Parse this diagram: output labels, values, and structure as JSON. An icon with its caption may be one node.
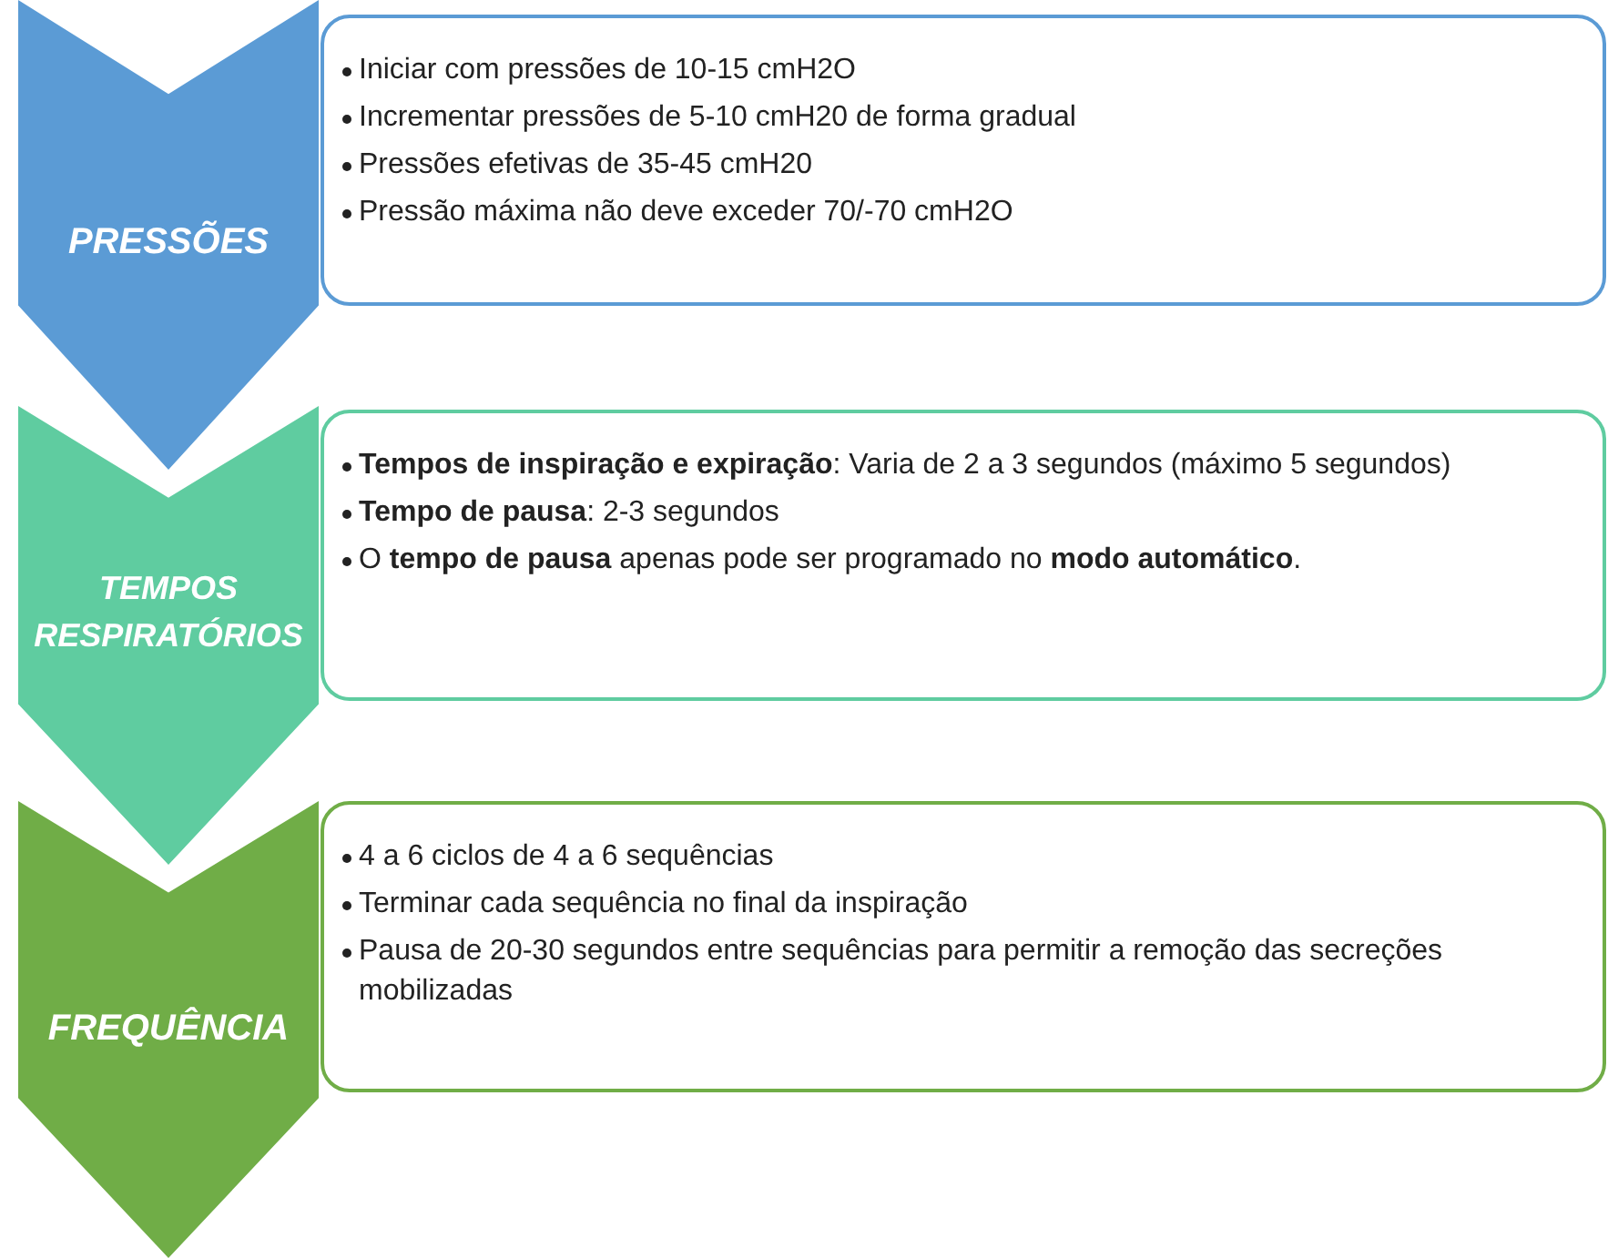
{
  "diagram": {
    "nodes": [
      {
        "text": [
          "PRESSÕES"
        ]
      },
      {
        "text": [
          "Iniciar com pressões de 10-15 cmH2O",
          "Incrementar pressões de 5-10 cmH20 de forma gradual",
          "Pressões efetivas de 35-45 cmH20",
          "Pressão máxima não deve exceder 70/-70 cmH2O"
        ]
      },
      {
        "text": [
          "TEMPOS RESPIRATÓRIOS"
        ]
      },
      {
        "text": [
          "**Tempos de inspiração e expiração**: Varia de 2 a 3 segundos (máximo 5 segundos)",
          "**Tempo de pausa**: 2-3 segundos",
          "O **tempo de pausa** apenas pode ser programado no **modo automático**."
        ]
      },
      {
        "text": [
          "FREQUÊNCIA"
        ]
      },
      {
        "text": [
          "4 a 6 ciclos de 4 a 6 sequências",
          "Terminar cada sequência no final da inspiração",
          "Pausa de 20-30 segundos entre sequências para permitir a remoção das secreções mobilizadas"
        ]
      }
    ]
  }
}
